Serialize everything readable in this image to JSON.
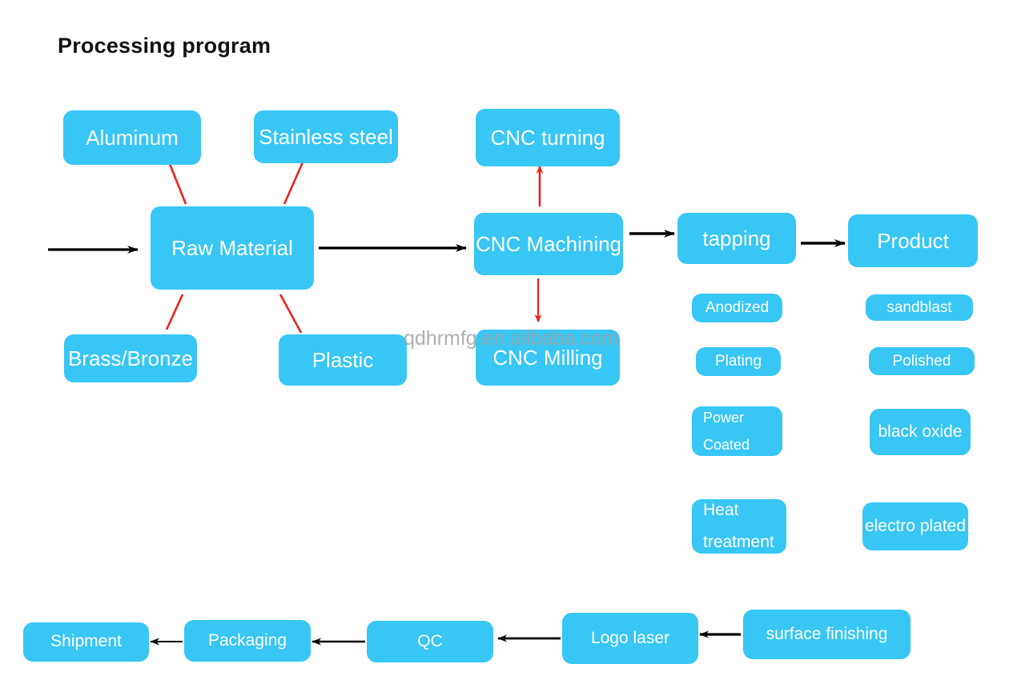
{
  "page": {
    "title": "Processing program",
    "background_color": "#ffffff",
    "node_color": "#38c6f4",
    "node_text_color": "#ffffff",
    "arrow_color_primary": "#000000",
    "arrow_color_secondary": "#e8231f",
    "watermark": "qdhrmfg.en.alibaba.com"
  },
  "nodes": {
    "aluminum": "Aluminum",
    "stainless_steel": "Stainless steel",
    "brass_bronze": "Brass/Bronze",
    "plastic": "Plastic",
    "raw_material": "Raw Material",
    "cnc_turning": "CNC turning",
    "cnc_machining": "CNC Machining",
    "cnc_milling": "CNC  Milling",
    "tapping": "tapping",
    "product": "Product",
    "anodized": "Anodized",
    "plating": "Plating",
    "power_coated_line1": "Power",
    "power_coated_line2": "Coated",
    "heat_treatment_line1": "Heat",
    "heat_treatment_line2": "treatment",
    "sandblast": "sandblast",
    "polished": "Polished",
    "black_oxide": "black oxide",
    "electro_plated": "electro plated",
    "surface_finishing": "surface finishing",
    "logo_laser": "Logo laser",
    "qc": "QC",
    "packaging": "Packaging",
    "shipment": "Shipment"
  },
  "flow": {
    "main_sequence": [
      "Raw Material",
      "CNC Machining",
      "tapping",
      "Product"
    ],
    "material_inputs": [
      "Aluminum",
      "Stainless steel",
      "Brass/Bronze",
      "Plastic"
    ],
    "machining_branches": [
      "CNC turning",
      "CNC  Milling"
    ],
    "finishing_options": [
      "Anodized",
      "Plating",
      "Power Coated",
      "Heat treatment",
      "sandblast",
      "Polished",
      "black oxide",
      "electro plated"
    ],
    "bottom_sequence": [
      "surface finishing",
      "Logo laser",
      "QC",
      "Packaging",
      "Shipment"
    ]
  }
}
